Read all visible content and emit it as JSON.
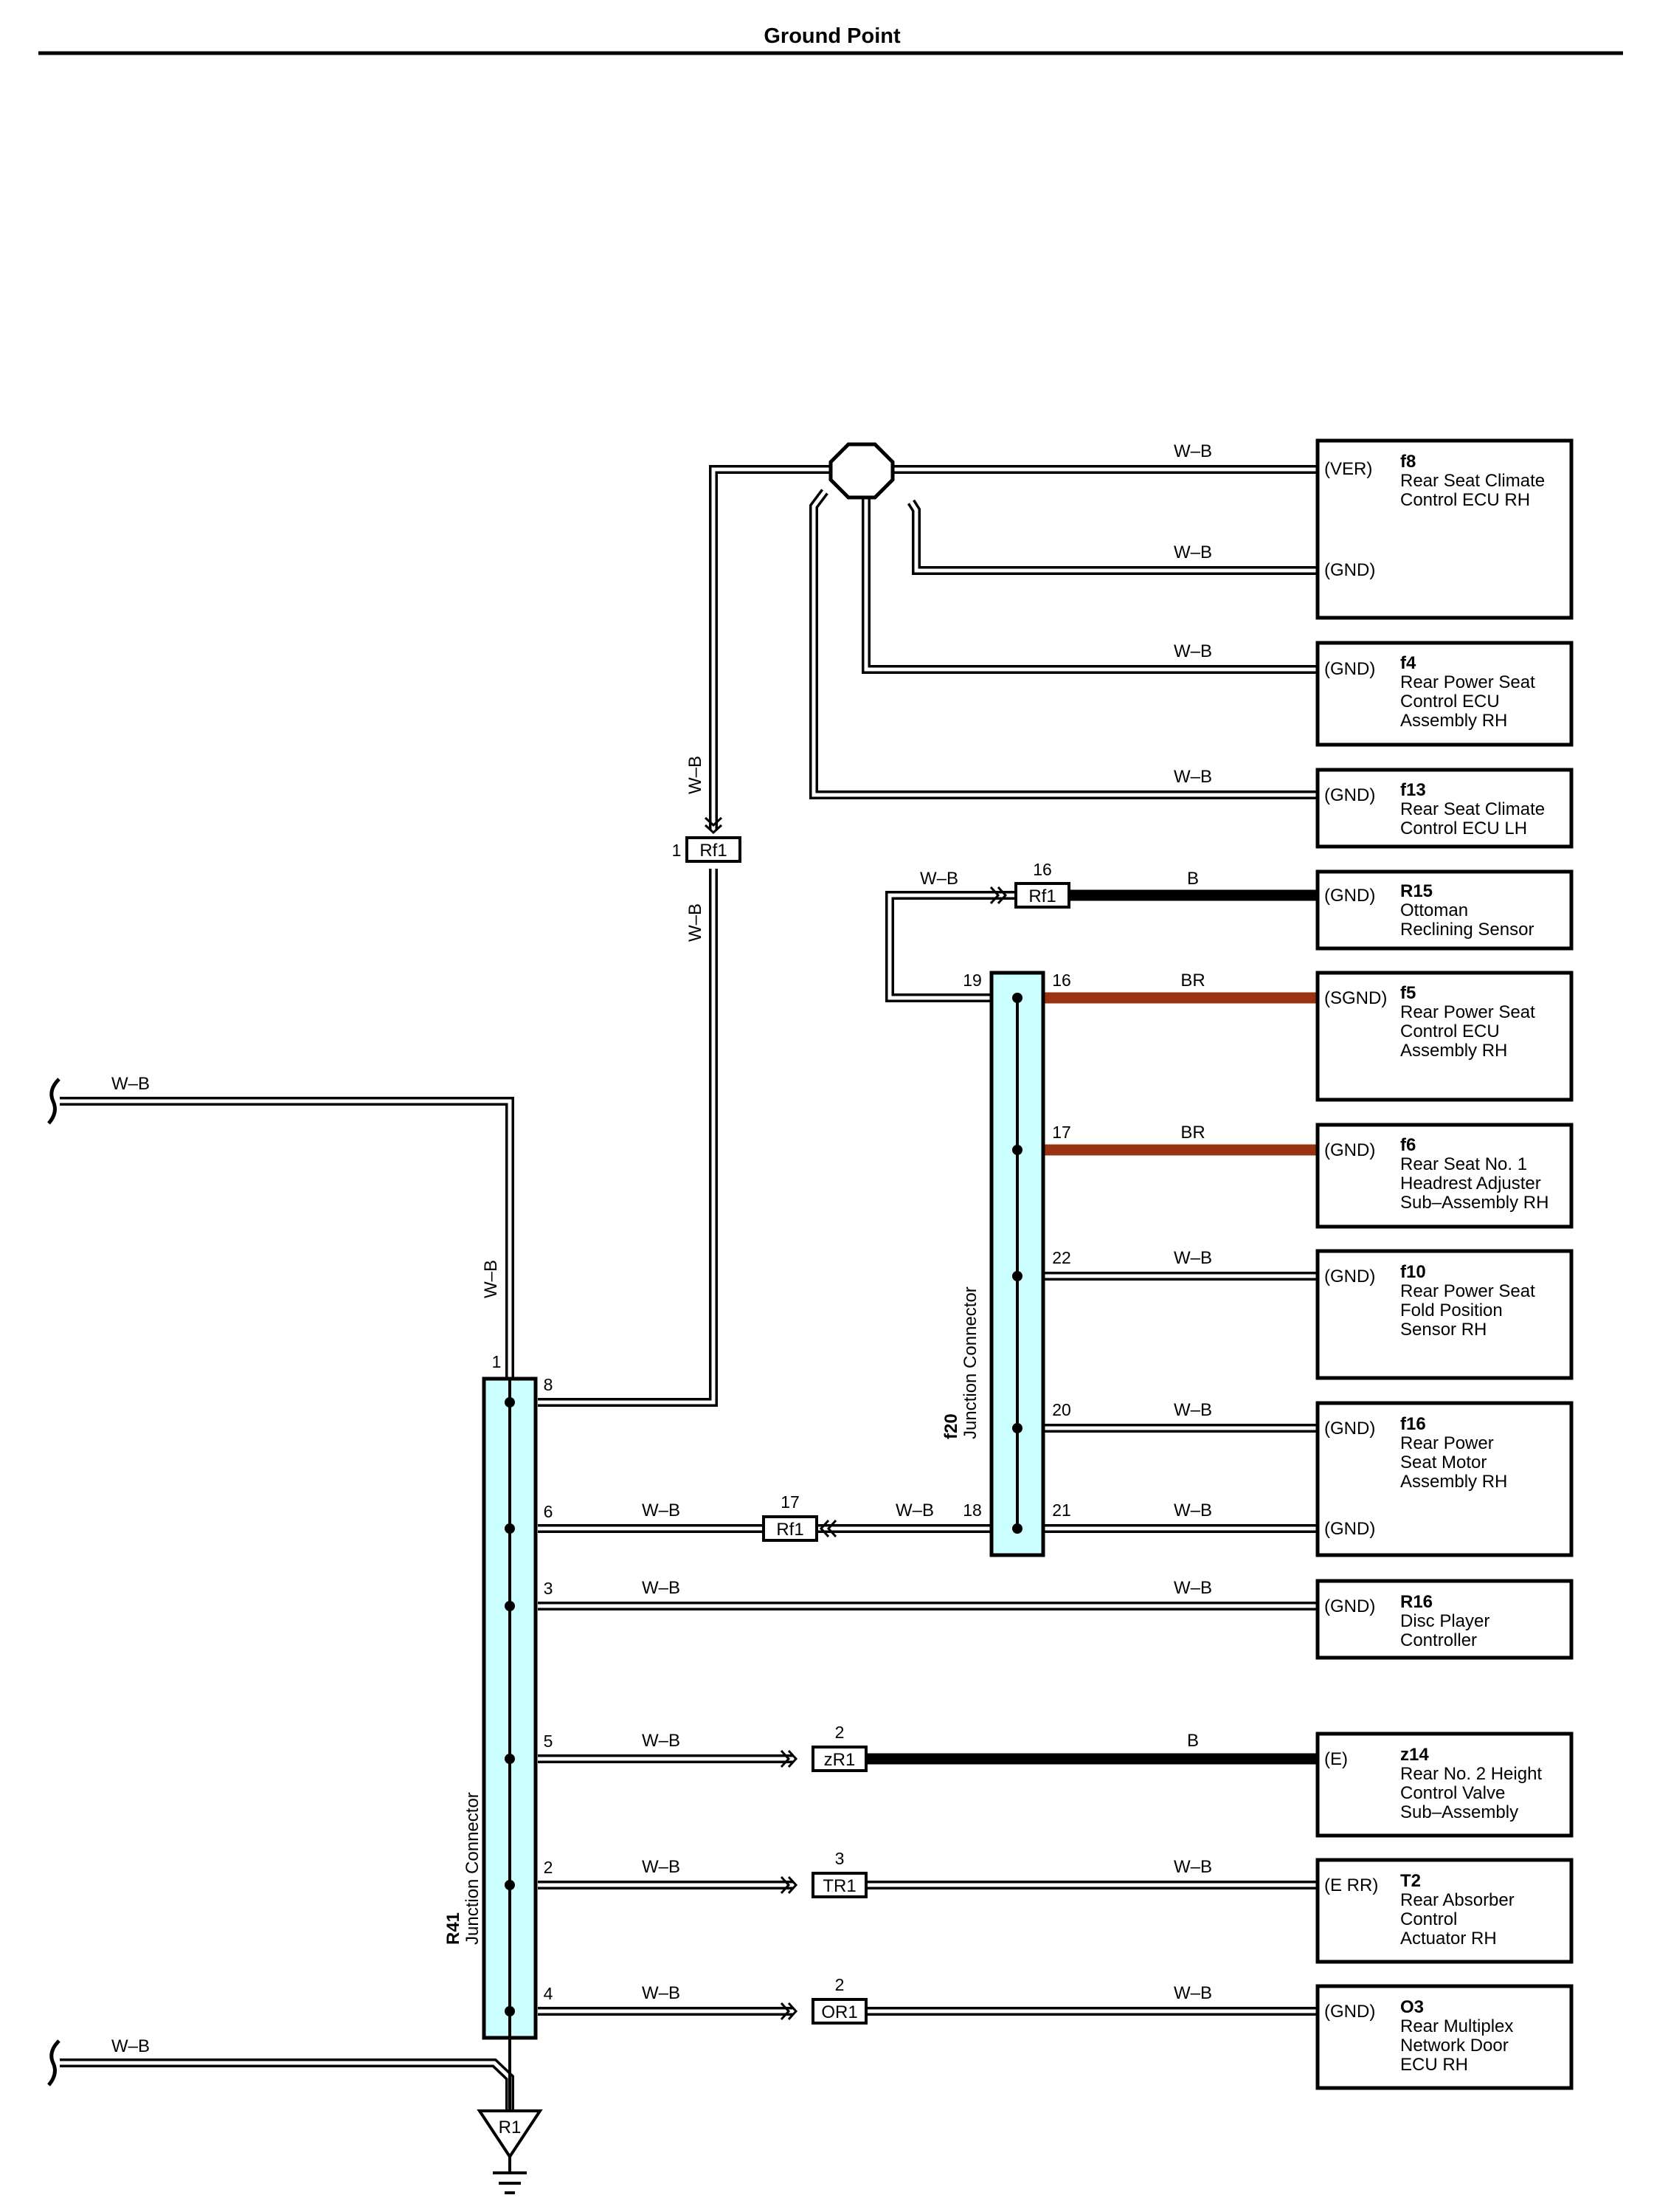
{
  "title": "Ground Point",
  "ground": "R1",
  "wire_colors": {
    "W-B": "#ffffff",
    "B": "#000000",
    "BR": "#993311"
  },
  "junctions": [
    {
      "code": "R41",
      "name": "Junction Connector"
    },
    {
      "code": "f20",
      "name": "Junction Connector"
    }
  ],
  "connectors": [
    {
      "code": "Rf1",
      "pin": "1"
    },
    {
      "code": "Rf1",
      "pin": "16"
    },
    {
      "code": "Rf1",
      "pin": "17"
    },
    {
      "code": "zR1",
      "pin": "2"
    },
    {
      "code": "TR1",
      "pin": "3"
    },
    {
      "code": "OR1",
      "pin": "2"
    }
  ],
  "components": [
    {
      "code": "f8",
      "name": [
        "Rear Seat Climate",
        "Control ECU RH"
      ],
      "terminals": [
        "(VER)",
        "(GND)"
      ]
    },
    {
      "code": "f4",
      "name": [
        "Rear Power Seat",
        "Control ECU",
        "Assembly RH"
      ],
      "terminals": [
        "(GND)"
      ]
    },
    {
      "code": "f13",
      "name": [
        "Rear Seat Climate",
        "Control ECU LH"
      ],
      "terminals": [
        "(GND)"
      ]
    },
    {
      "code": "R15",
      "name": [
        "Ottoman",
        "Reclining Sensor"
      ],
      "terminals": [
        "(GND)"
      ]
    },
    {
      "code": "f5",
      "name": [
        "Rear Power Seat",
        "Control ECU",
        "Assembly RH"
      ],
      "terminals": [
        "(SGND)"
      ]
    },
    {
      "code": "f6",
      "name": [
        "Rear Seat No. 1",
        "Headrest Adjuster",
        "Sub–Assembly RH"
      ],
      "terminals": [
        "(GND)"
      ]
    },
    {
      "code": "f10",
      "name": [
        "Rear Power Seat",
        "Fold Position",
        "Sensor RH"
      ],
      "terminals": [
        "(GND)"
      ]
    },
    {
      "code": "f16",
      "name": [
        "Rear Power",
        "Seat Motor",
        "Assembly RH"
      ],
      "terminals": [
        "(GND)",
        "(GND)"
      ]
    },
    {
      "code": "R16",
      "name": [
        "Disc Player",
        "Controller"
      ],
      "terminals": [
        "(GND)"
      ]
    },
    {
      "code": "z14",
      "name": [
        "Rear No. 2 Height",
        "Control Valve",
        "Sub–Assembly"
      ],
      "terminals": [
        "(E)"
      ]
    },
    {
      "code": "T2",
      "name": [
        "Rear Absorber",
        "Control",
        "Actuator RH"
      ],
      "terminals": [
        "(E RR)"
      ]
    },
    {
      "code": "O3",
      "name": [
        "Rear Multiplex",
        "Network Door",
        "ECU RH"
      ],
      "terminals": [
        "(GND)"
      ]
    }
  ],
  "wire_labels": {
    "wb": "W–B",
    "b": "B",
    "br": "BR"
  },
  "pins": {
    "r41": [
      "1",
      "8",
      "6",
      "3",
      "5",
      "2",
      "4"
    ],
    "f20": [
      "19",
      "16",
      "17",
      "22",
      "20",
      "18",
      "21"
    ]
  }
}
